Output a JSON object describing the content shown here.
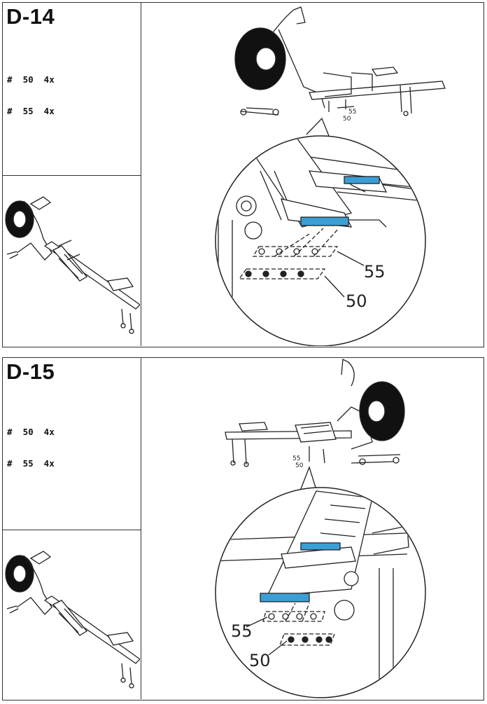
{
  "steps": [
    {
      "title": "D-14",
      "parts": [
        {
          "line": "#  50  4x"
        },
        {
          "line": "#  55  4x"
        }
      ],
      "callouts": {
        "washer": "55",
        "bolt": "50"
      },
      "small_callouts": {
        "washer": "55",
        "bolt": "50"
      }
    },
    {
      "title": "D-15",
      "parts": [
        {
          "line": "#  50  4x"
        },
        {
          "line": "#  55  4x"
        }
      ],
      "callouts": {
        "washer": "55",
        "bolt": "50"
      },
      "small_callouts": {
        "washer": "55",
        "bolt": "50"
      }
    }
  ],
  "colors": {
    "highlight": "#3b9fd6",
    "line": "#222222"
  }
}
